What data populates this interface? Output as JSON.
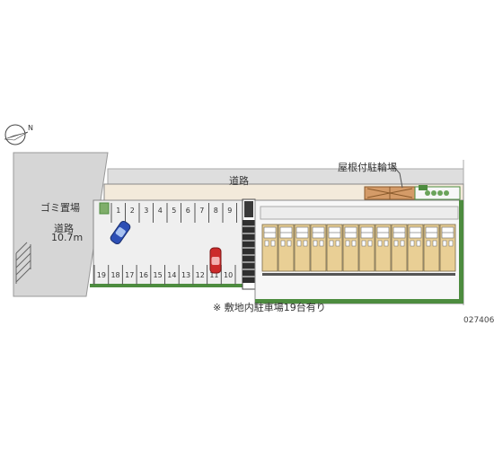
{
  "labels": {
    "road_top": "道路",
    "garbage": "ゴミ置場",
    "road_left": "道路",
    "road_width": "10.7m",
    "bicycle_parking": "屋根付駐輪場",
    "note": "※ 敷地内駐車場19台有り",
    "code": "027406"
  },
  "compass": {
    "label": "N"
  },
  "parking": {
    "top_row": [
      "1",
      "2",
      "3",
      "4",
      "5",
      "6",
      "7",
      "8",
      "9"
    ],
    "bottom_row": [
      "19",
      "18",
      "17",
      "16",
      "15",
      "14",
      "13",
      "12",
      "11",
      "10"
    ]
  },
  "colors": {
    "road": "#d6d6d6",
    "lot": "#efefef",
    "building": "#e9cf95",
    "roof": "#d49b68",
    "green": "#4d8c3f",
    "car_blue": "#2d4fb5",
    "car_red": "#cc2a2a"
  }
}
